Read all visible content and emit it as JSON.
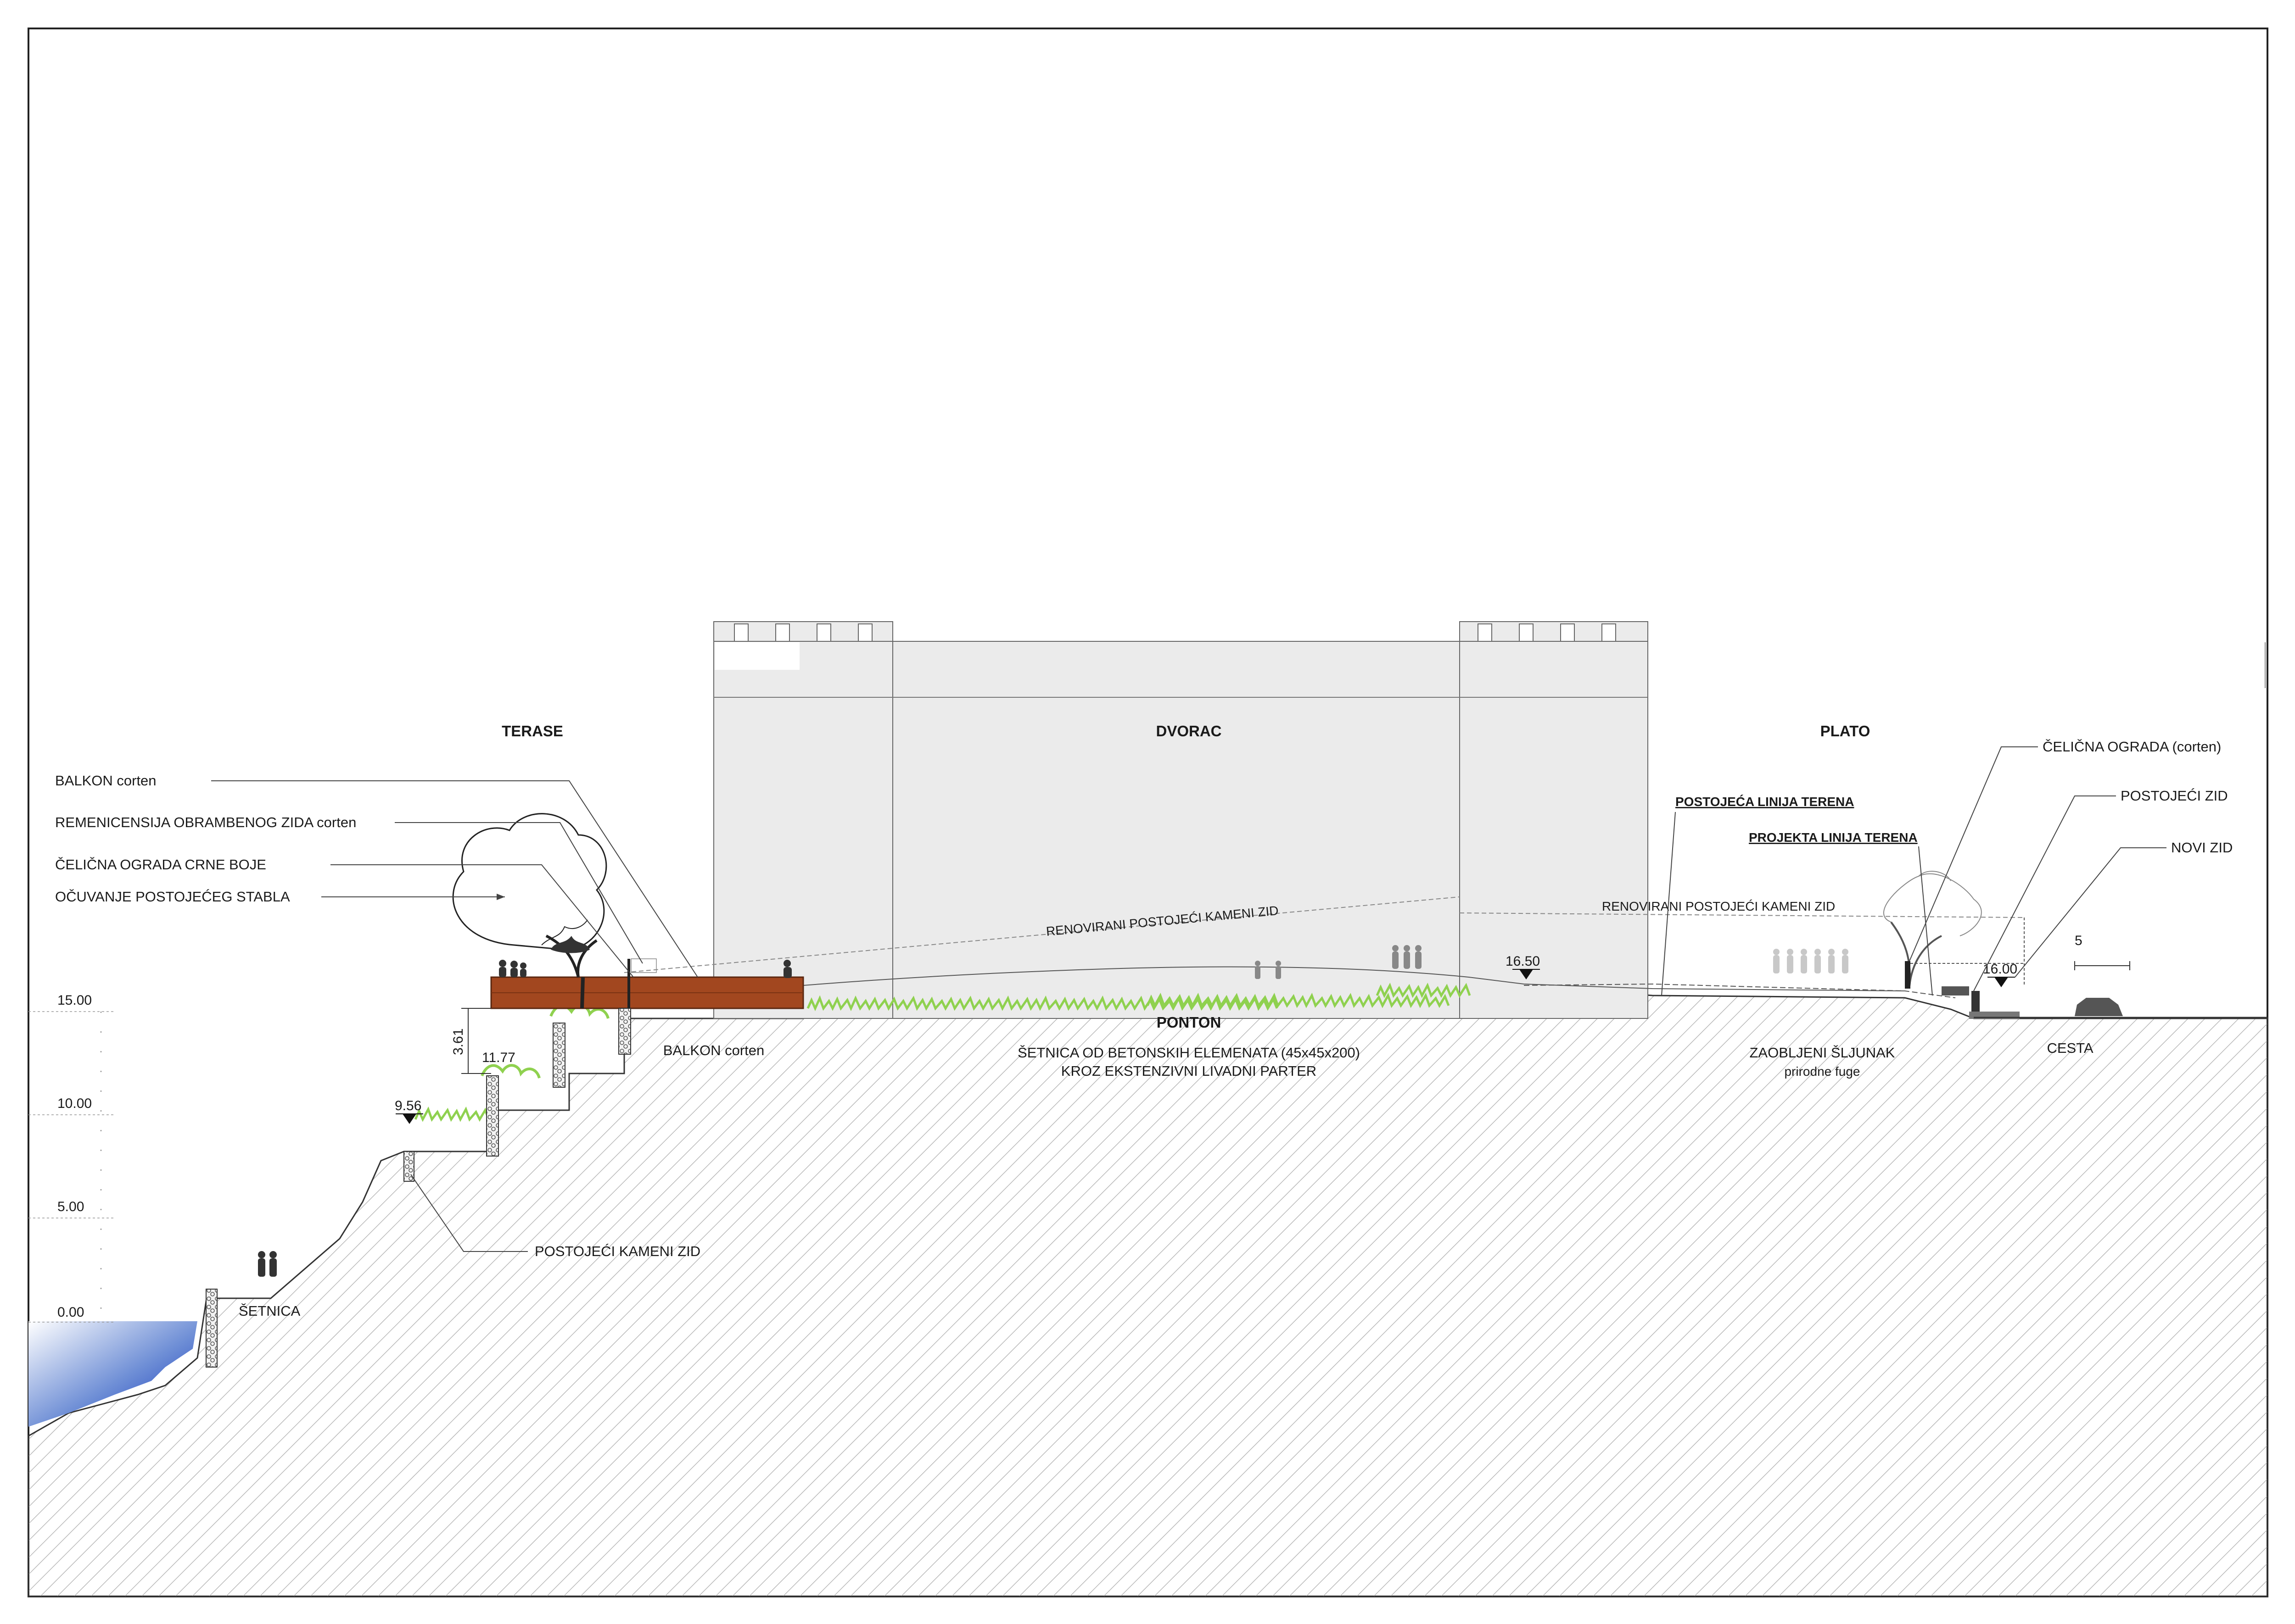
{
  "zones": {
    "terase": "TERASE",
    "dvorac": "DVORAC",
    "plato": "PLATO"
  },
  "callouts_left": {
    "balkon": "BALKON corten",
    "remenicensija": "REMENICENSIJA OBRAMBENOG ZIDA corten",
    "ograda_crna": "ČELIČNA OGRADA CRNE BOJE",
    "stablo": "OČUVANJE POSTOJEĆEG STABLA"
  },
  "callouts_right": {
    "ograda_corten": "ČELIČNA OGRADA (corten)",
    "postojeci_zid": "POSTOJEĆI ZID",
    "novi_zid": "NOVI ZID"
  },
  "terrain_lines": {
    "postojeca": "POSTOJEĆA LINIJA TERENA",
    "projekta": "PROJEKTA LINIJA TERENA"
  },
  "wall_labels": {
    "renovirani_1": "RENOVIRANI POSTOJEĆI KAMENI ZID",
    "renovirani_2": "RENOVIRANI POSTOJEĆI KAMENI ZID",
    "postojeci_kameni": "POSTOJEĆI KAMENI ZID"
  },
  "ponton": {
    "title": "PONTON",
    "line1": "ŠETNICA OD BETONSKIH ELEMENATA (45x45x200)",
    "line2": "KROZ EKSTENZIVNI LIVADNI PARTER"
  },
  "sljunak": {
    "line1": "ZAOBLJENI ŠLJUNAK",
    "line2": "prirodne fuge"
  },
  "balkon_lower": "BALKON corten",
  "cesta": "CESTA",
  "setnica": "ŠETNICA",
  "elevations": {
    "e1650": "16.50",
    "e1600": "16.00",
    "e1177": "11.77",
    "e956": "9.56",
    "dim361": "3.61",
    "dim5": "5"
  },
  "scale": [
    "15.00",
    "10.00",
    "5.00",
    "0.00"
  ],
  "colors": {
    "corten": "#a2471f",
    "castle": "#ebebeb",
    "water": "#0a2fb8",
    "grass": "#8fd14f",
    "hatch": "#bdbdbd"
  }
}
